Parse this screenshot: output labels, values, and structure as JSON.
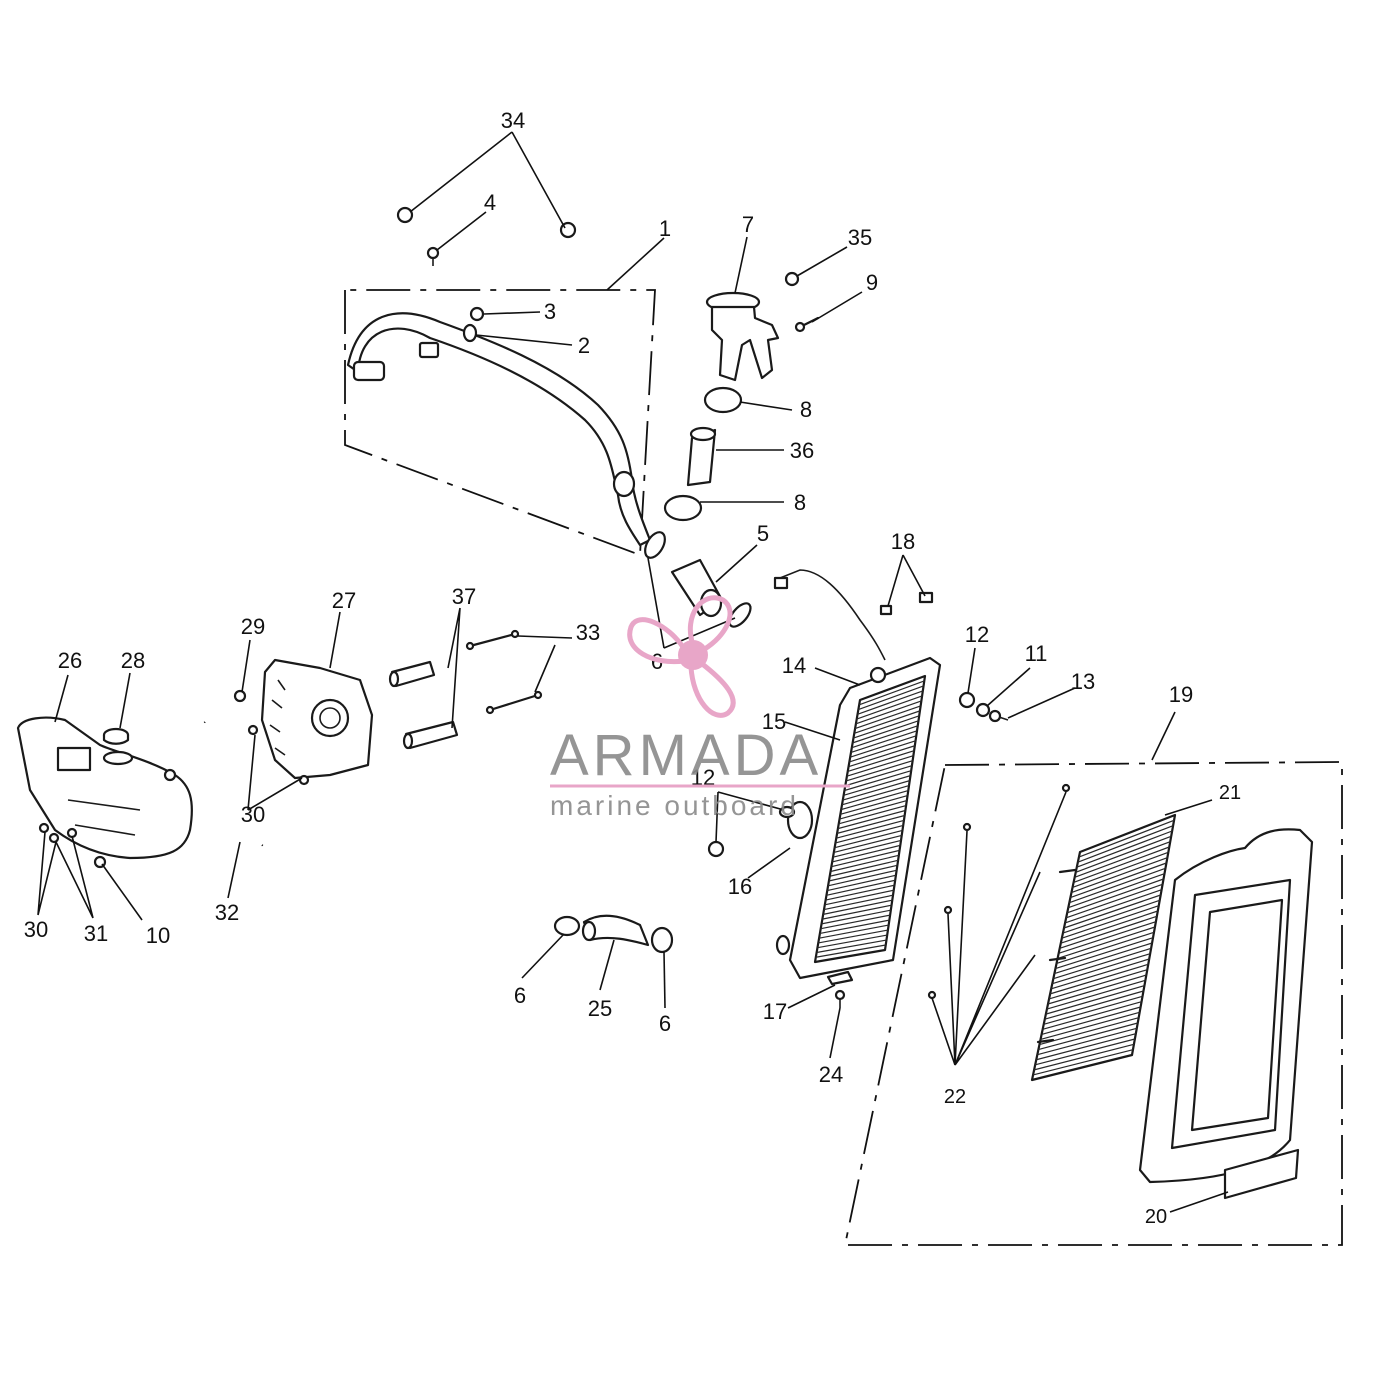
{
  "callouts": [
    "34",
    "4",
    "1",
    "7",
    "35",
    "9",
    "3",
    "2",
    "8",
    "36",
    "8",
    "5",
    "18",
    "6",
    "12",
    "11",
    "13",
    "14",
    "19",
    "15",
    "12",
    "16",
    "21",
    "17",
    "24",
    "22",
    "20",
    "37",
    "33",
    "29",
    "27",
    "26",
    "28",
    "30",
    "32",
    "30",
    "31",
    "10",
    "6",
    "25",
    "6"
  ],
  "watermark": {
    "brand": "ARMADA",
    "tagline": "marine outboard",
    "accent_color": "#e8a6c8",
    "icon": "propeller-icon"
  }
}
